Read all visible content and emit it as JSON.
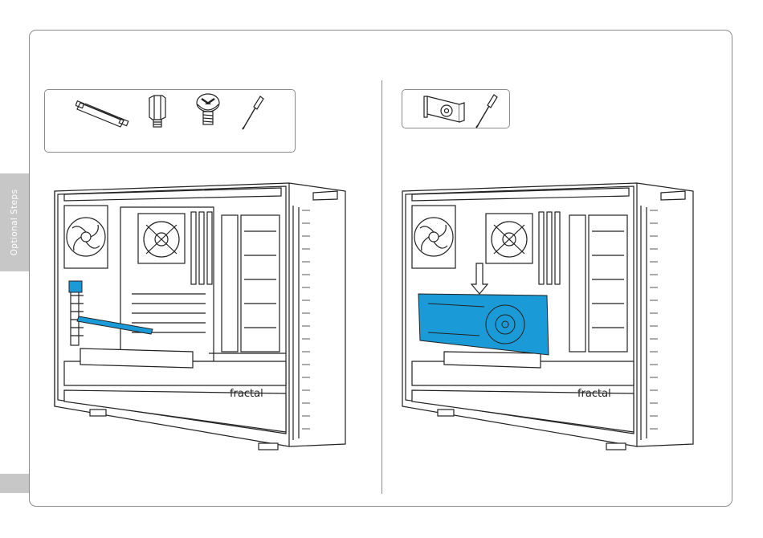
{
  "side_tab": {
    "label": "Optional Steps"
  },
  "panels": [
    {
      "id": "left",
      "tools": [
        "gpu-riser-cable-icon",
        "standoff-icon",
        "screw-icon",
        "screwdriver-icon"
      ],
      "highlight": "riser-cable",
      "brand_text": "fractal"
    },
    {
      "id": "right",
      "tools": [
        "graphics-card-icon",
        "screwdriver-icon"
      ],
      "highlight": "graphics-card",
      "brand_text": "fractal"
    }
  ],
  "colors": {
    "highlight": "#1a9ad6",
    "line": "#222222",
    "frame": "#8c8c8c",
    "tab": "#c7c7c7"
  }
}
